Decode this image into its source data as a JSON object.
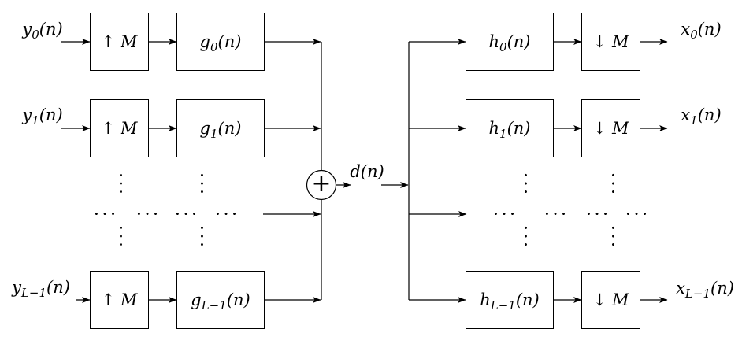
{
  "diagram": {
    "colors": {
      "line": "#000000",
      "background": "#ffffff"
    },
    "synthesis_bank": {
      "channels": [
        {
          "input": {
            "base": "y",
            "sub": "0",
            "args": "(n)"
          },
          "upsampler": {
            "op": "↑",
            "var": "M"
          },
          "filter": {
            "base": "g",
            "sub": "0",
            "args": "(n)"
          }
        },
        {
          "input": {
            "base": "y",
            "sub": "1",
            "args": "(n)"
          },
          "upsampler": {
            "op": "↑",
            "var": "M"
          },
          "filter": {
            "base": "g",
            "sub": "1",
            "args": "(n)"
          }
        },
        {
          "input": {
            "base": "y",
            "sub": "L−1",
            "args": "(n)"
          },
          "upsampler": {
            "op": "↑",
            "var": "M"
          },
          "filter": {
            "base": "g",
            "sub": "L−1",
            "args": "(n)"
          }
        }
      ]
    },
    "summing_node": {
      "symbol": "+"
    },
    "sum_signal": {
      "base": "d",
      "sub": "",
      "args": "(n)"
    },
    "analysis_bank": {
      "channels": [
        {
          "filter": {
            "base": "h",
            "sub": "0",
            "args": "(n)"
          },
          "downsampler": {
            "op": "↓",
            "var": "M"
          },
          "output": {
            "base": "x",
            "sub": "0",
            "args": "(n)"
          }
        },
        {
          "filter": {
            "base": "h",
            "sub": "1",
            "args": "(n)"
          },
          "downsampler": {
            "op": "↓",
            "var": "M"
          },
          "output": {
            "base": "x",
            "sub": "1",
            "args": "(n)"
          }
        },
        {
          "filter": {
            "base": "h",
            "sub": "L−1",
            "args": "(n)"
          },
          "downsampler": {
            "op": "↓",
            "var": "M"
          },
          "output": {
            "base": "x",
            "sub": "L−1",
            "args": "(n)"
          }
        }
      ]
    },
    "ellipsis": {
      "h": "···",
      "v": "···"
    }
  }
}
